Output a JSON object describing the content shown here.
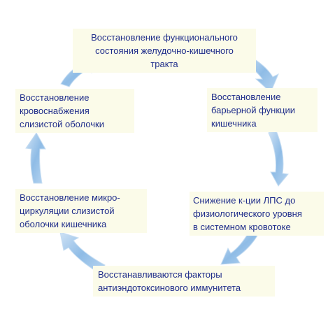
{
  "colors": {
    "text": "#1f2d8a",
    "box_fill": "#fbfbe9",
    "arrow_fill": "#9ec5ea",
    "arrow_stroke": "#c6ddf2"
  },
  "nodes": [
    {
      "id": "gi-function",
      "lines": [
        "Восстановление функционального",
        "состояния  желудочно-кишечного",
        "тракта"
      ]
    },
    {
      "id": "barrier-function",
      "lines": [
        "Восстановление",
        "барьерной функции",
        "кишечника"
      ]
    },
    {
      "id": "lps-reduction",
      "lines": [
        "Снижение к-ции ЛПС до",
        "физиологического уровня",
        "в системном кровотоке"
      ]
    },
    {
      "id": "antiendotoxin-immunity",
      "lines": [
        "Восстанавливаются  факторы",
        "антиэндотоксинового иммунитета"
      ]
    },
    {
      "id": "microcirculation",
      "lines": [
        "Восстановление микро-",
        "циркуляции слизистой",
        "оболочки кишечника"
      ]
    },
    {
      "id": "blood-supply",
      "lines": [
        "Восстановление",
        "кровоснабжения",
        "слизистой оболочки"
      ]
    }
  ]
}
